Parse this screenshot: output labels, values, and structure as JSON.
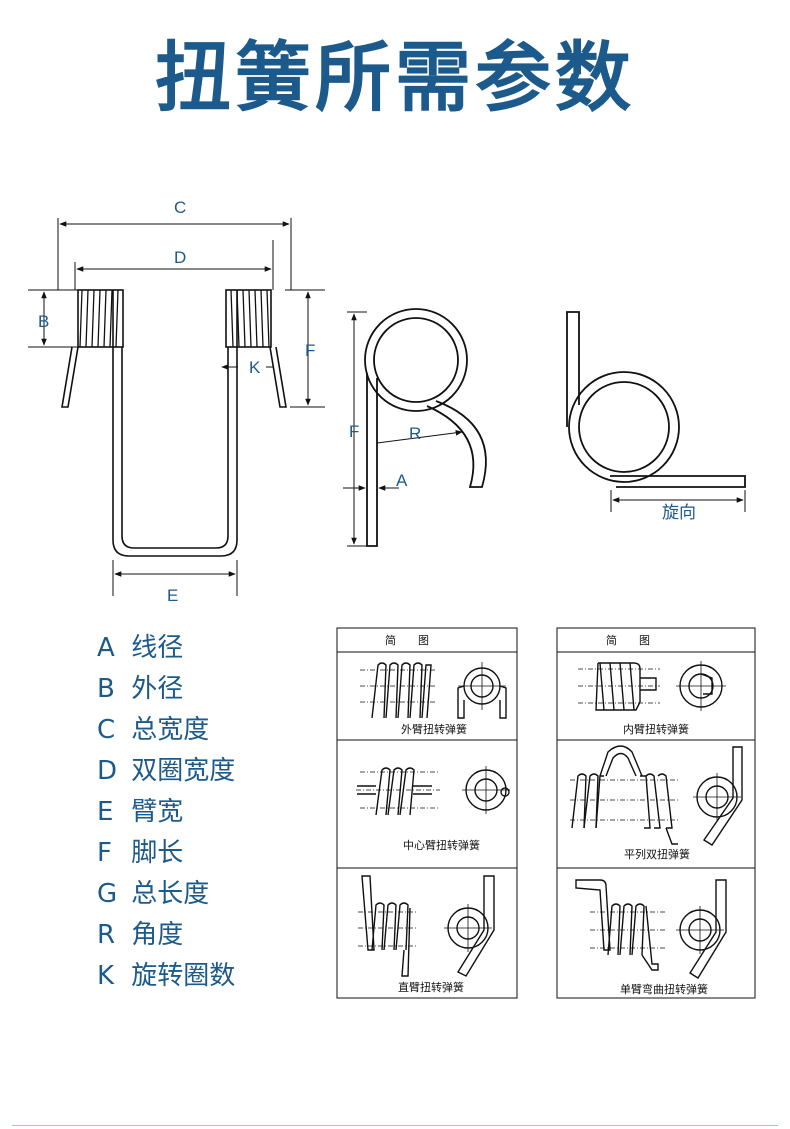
{
  "title": "扭簧所需参数",
  "dims": {
    "c": "C",
    "d": "D",
    "b": "B",
    "k": "K",
    "f1": "F",
    "f2": "F",
    "e": "E",
    "r": "R",
    "a": "A",
    "dir": "旋向"
  },
  "legend": [
    {
      "key": "A",
      "label": "线径"
    },
    {
      "key": "B",
      "label": "外径"
    },
    {
      "key": "C",
      "label": "总宽度"
    },
    {
      "key": "D",
      "label": "双圈宽度"
    },
    {
      "key": "E",
      "label": "臂宽"
    },
    {
      "key": "F",
      "label": "脚长"
    },
    {
      "key": "G",
      "label": "总长度"
    },
    {
      "key": "R",
      "label": "角度"
    },
    {
      "key": "K",
      "label": "旋转圈数"
    }
  ],
  "tables": [
    {
      "header": "简　　图",
      "captions": [
        "外臂扭转弹簧",
        "中心臂扭转弹簧",
        "直臂扭转弹簧"
      ]
    },
    {
      "header": "简　　图",
      "captions": [
        "内臂扭转弹簧",
        "平列双扭弹簧",
        "单臂弯曲扭转弹簧"
      ]
    }
  ],
  "colors": {
    "accent": "#1d5a8c",
    "line": "#111111"
  }
}
